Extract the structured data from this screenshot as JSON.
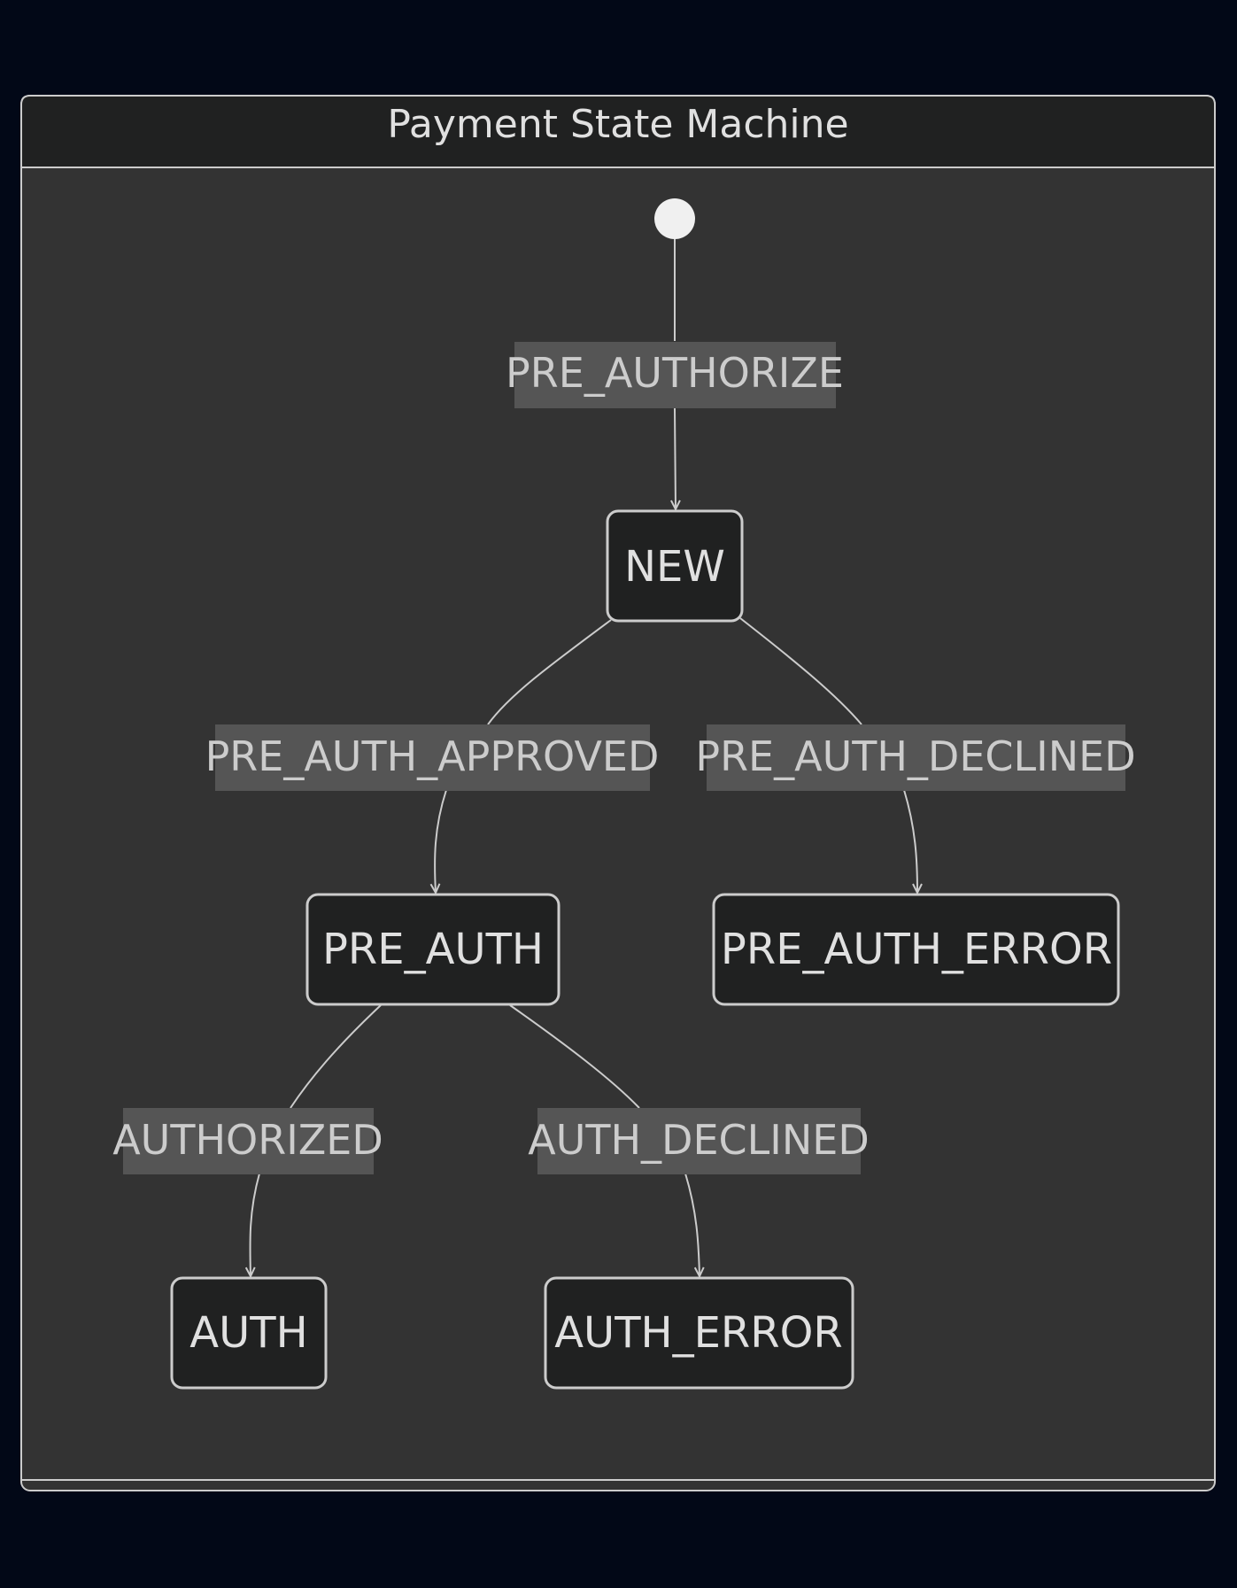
{
  "diagram": {
    "title": "Payment State Machine",
    "colors": {
      "page_background": "#020817",
      "container_fill": "#333333",
      "title_fill": "#202121",
      "node_fill": "#202121",
      "stroke": "#cccccc",
      "edge_label_fill": "#555555",
      "edge_label_text": "#cccccc",
      "node_text": "#e0e0e0",
      "start_fill": "#f0f0f0"
    },
    "start": {
      "name": "start-state"
    },
    "states": [
      {
        "id": "NEW",
        "label": "NEW"
      },
      {
        "id": "PRE_AUTH",
        "label": "PRE_AUTH"
      },
      {
        "id": "PRE_AUTH_ERROR",
        "label": "PRE_AUTH_ERROR"
      },
      {
        "id": "AUTH",
        "label": "AUTH"
      },
      {
        "id": "AUTH_ERROR",
        "label": "AUTH_ERROR"
      }
    ],
    "transitions": [
      {
        "from": "start",
        "to": "NEW",
        "label": "PRE_AUTHORIZE"
      },
      {
        "from": "NEW",
        "to": "PRE_AUTH",
        "label": "PRE_AUTH_APPROVED"
      },
      {
        "from": "NEW",
        "to": "PRE_AUTH_ERROR",
        "label": "PRE_AUTH_DECLINED"
      },
      {
        "from": "PRE_AUTH",
        "to": "AUTH",
        "label": "AUTHORIZED"
      },
      {
        "from": "PRE_AUTH",
        "to": "AUTH_ERROR",
        "label": "AUTH_DECLINED"
      }
    ]
  }
}
